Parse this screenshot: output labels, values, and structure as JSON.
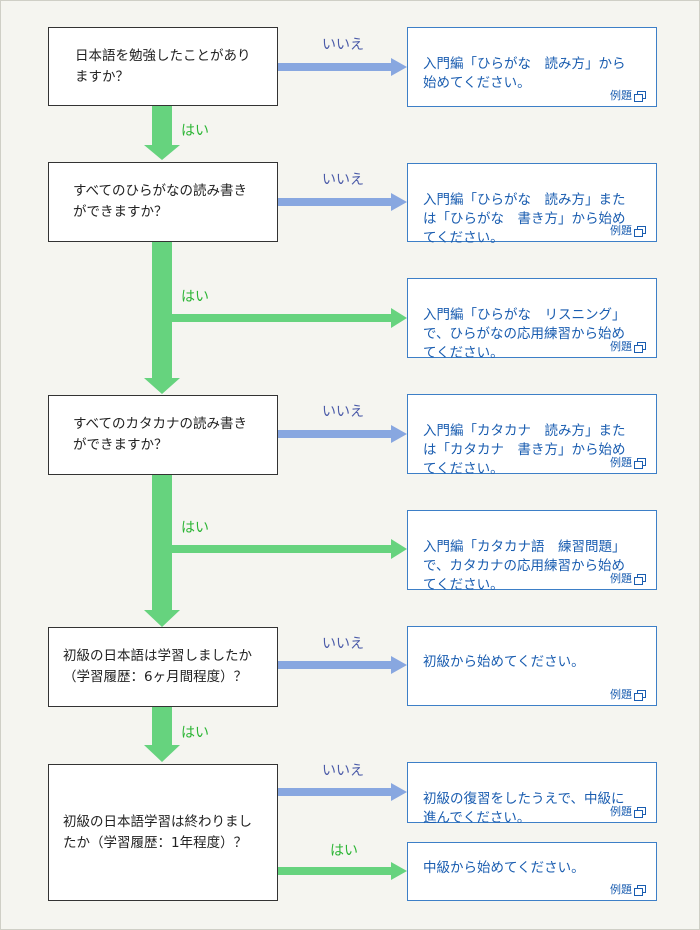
{
  "labels": {
    "yes": "はい",
    "no": "いいえ",
    "example": "例題"
  },
  "colors": {
    "yes_arrow": "#66d37e",
    "no_arrow": "#88a7e0",
    "yes_text": "#2bb534",
    "no_text": "#4a5aa8",
    "answer_text": "#1a5db0"
  },
  "questions": [
    {
      "text": "日本語を勉強したことがあり\nますか？"
    },
    {
      "text": "すべてのひらがなの読み書き\nができますか？"
    },
    {
      "text": "すべてのカタカナの読み書き\nができますか？"
    },
    {
      "text": "初級の日本語は学習しましたか\n（学習履歴：6ヶ月間程度）？"
    },
    {
      "text": "初級の日本語学習は終わりまし\nたか（学習履歴：1年程度）？"
    }
  ],
  "answers": [
    {
      "text": "入門編「ひらがな　読み方」から\n始めてください。"
    },
    {
      "text": "入門編「ひらがな　読み方」また\nは「ひらがな　書き方」から始め\nてください。"
    },
    {
      "text": "入門編「ひらがな　リスニング」\nで、ひらがなの応用練習から始め\nてください。"
    },
    {
      "text": "入門編「カタカナ　読み方」また\nは「カタカナ　書き方」から始め\nてください。"
    },
    {
      "text": "入門編「カタカナ語　練習問題」\nで、カタカナの応用練習から始め\nてください。"
    },
    {
      "text": "初級から始めてください。"
    },
    {
      "text": "初級の復習をしたうえで、中級に\n進んでください。"
    },
    {
      "text": "中級から始めてください。"
    }
  ]
}
